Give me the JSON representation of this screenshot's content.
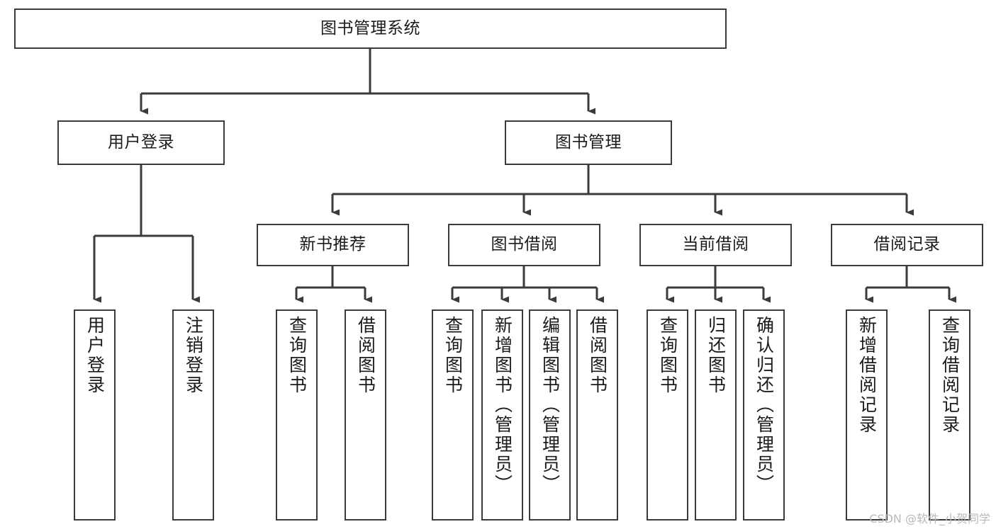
{
  "diagram": {
    "type": "tree",
    "title": "图书管理系统",
    "watermark": "CSDN @软件_小贺同学",
    "colors": {
      "box_border": "#3b3b3b",
      "box_fill": "#ffffff",
      "edge": "#3b3b3b",
      "text": "#1b1b1b",
      "watermark": "#b9b9b9",
      "background": "#ffffff"
    },
    "nodes": {
      "root": {
        "label": "图书管理系统"
      },
      "level2": [
        {
          "label": "用户登录"
        },
        {
          "label": "图书管理"
        }
      ],
      "level3": [
        {
          "label": "新书推荐"
        },
        {
          "label": "图书借阅"
        },
        {
          "label": "当前借阅"
        },
        {
          "label": "借阅记录"
        }
      ],
      "leaves": {
        "user_login": [
          {
            "label": "用户登录"
          },
          {
            "label": "注销登录"
          }
        ],
        "new_book_recommend": [
          {
            "label": "查询图书"
          },
          {
            "label": "借阅图书"
          }
        ],
        "book_borrow": [
          {
            "label": "查询图书"
          },
          {
            "label": "新增图书（管理员）"
          },
          {
            "label": "编辑图书（管理员）"
          },
          {
            "label": "借阅图书"
          }
        ],
        "current_borrow": [
          {
            "label": "查询图书"
          },
          {
            "label": "归还图书"
          },
          {
            "label": "确认归还（管理员）"
          }
        ],
        "borrow_record": [
          {
            "label": "新增借阅记录"
          },
          {
            "label": "查询借阅记录"
          }
        ]
      }
    }
  }
}
